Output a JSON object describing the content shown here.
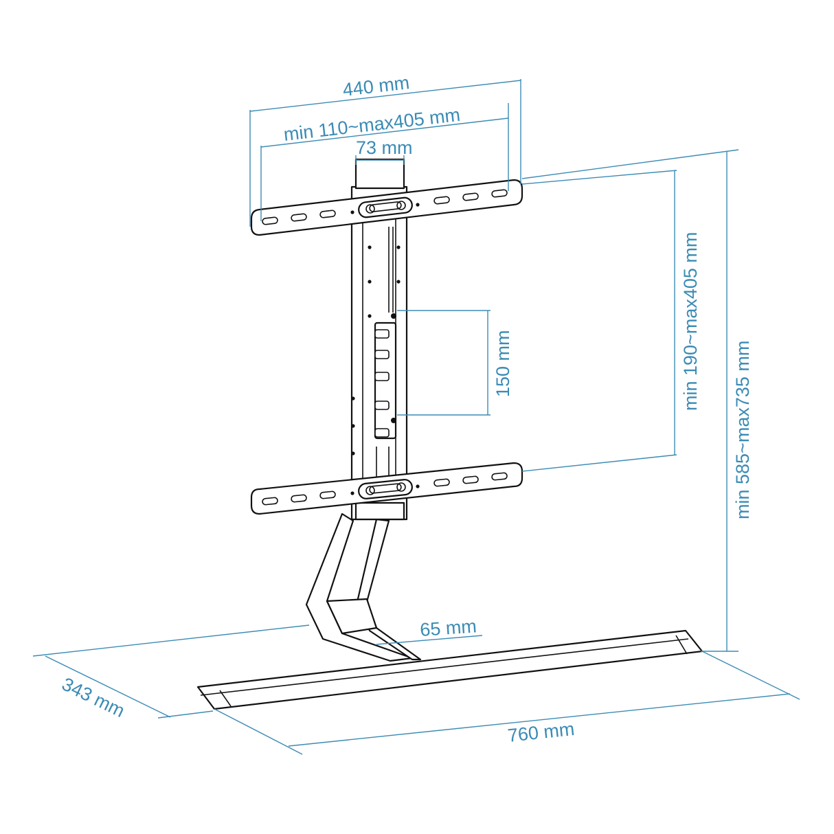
{
  "colors": {
    "dimension": "#3b8bb4",
    "drawing": "#111111",
    "background": "#ffffff"
  },
  "dimensions": {
    "bracket_width": "440 mm",
    "vesa_horizontal": "min 110~max405 mm",
    "column_width": "73 mm",
    "column_hole_spacing": "150 mm",
    "vesa_vertical": "min 190~max405 mm",
    "total_height": "min 585~max735 mm",
    "neck_width": "65 mm",
    "base_depth": "343 mm",
    "base_length": "760 mm"
  }
}
